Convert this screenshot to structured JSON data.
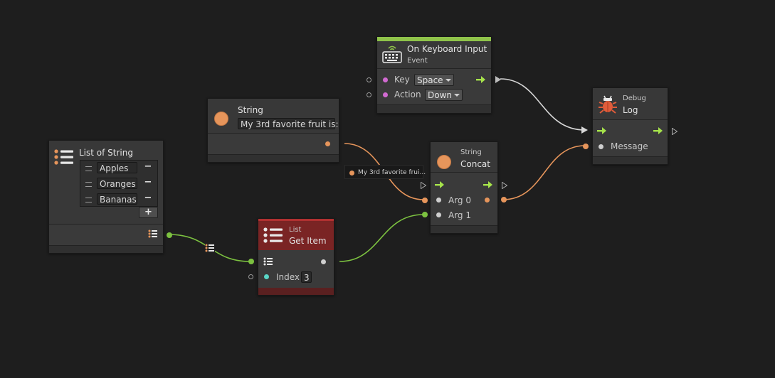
{
  "colors": {
    "background": "#1e1e1e",
    "node_body": "#3a3a3a",
    "event_accent": "#8fc34a",
    "list_header": "#7a2424",
    "string_port": "#e6955b",
    "list_port": "#7cc140",
    "flow_port": "#a6e34b",
    "object_port": "#d16ad1",
    "int_port": "#59d6c6",
    "wire_flow": "#d8d8d8"
  },
  "nodes": {
    "keyboard": {
      "title": "On Keyboard Input",
      "subtitle": "Event",
      "icon": "keyboard-icon",
      "key_label": "Key",
      "key_value": "Space",
      "action_label": "Action",
      "action_value": "Down"
    },
    "string": {
      "title": "String",
      "value": "My 3rd favorite fruit is:",
      "icon": "string-icon"
    },
    "list_of_string": {
      "title": "List of String",
      "icon": "list-icon",
      "items": [
        "Apples",
        "Oranges",
        "Bananas"
      ],
      "remove_symbol": "−",
      "add_symbol": "+"
    },
    "get_item": {
      "subtitle": "List",
      "title": "Get Item",
      "icon": "list-icon",
      "index_label": "Index",
      "index_value": "3"
    },
    "concat": {
      "subtitle": "String",
      "title": "Concat",
      "icon": "string-icon",
      "arg0_label": "Arg 0",
      "arg1_label": "Arg 1"
    },
    "debug_log": {
      "subtitle": "Debug",
      "title": "Log",
      "icon": "bug-icon",
      "message_label": "Message"
    }
  },
  "tooltip": {
    "text": "My 3rd favorite frui..."
  }
}
